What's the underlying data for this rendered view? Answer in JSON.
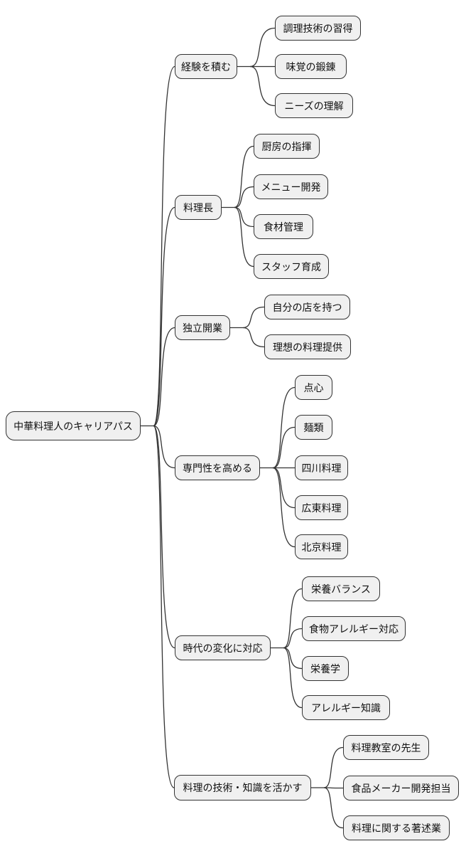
{
  "diagram": {
    "type": "mindmap",
    "root": "中華料理人のキャリアパス",
    "branches": [
      {
        "label": "経験を積む",
        "children": [
          "調理技術の習得",
          "味覚の鍛錬",
          "ニーズの理解"
        ]
      },
      {
        "label": "料理長",
        "children": [
          "厨房の指揮",
          "メニュー開発",
          "食材管理",
          "スタッフ育成"
        ]
      },
      {
        "label": "独立開業",
        "children": [
          "自分の店を持つ",
          "理想の料理提供"
        ]
      },
      {
        "label": "専門性を高める",
        "children": [
          "点心",
          "麺類",
          "四川料理",
          "広東料理",
          "北京料理"
        ]
      },
      {
        "label": "時代の変化に対応",
        "children": [
          "栄養バランス",
          "食物アレルギー対応",
          "栄養学",
          "アレルギー知識"
        ]
      },
      {
        "label": "料理の技術・知識を活かす",
        "children": [
          "料理教室の先生",
          "食品メーカー開発担当",
          "料理に関する著述業"
        ]
      }
    ],
    "colors": {
      "background": "#ffffff",
      "node_fill": "#f0f0f0",
      "node_border": "#333333",
      "edge": "#333333",
      "text": "#111111"
    }
  }
}
